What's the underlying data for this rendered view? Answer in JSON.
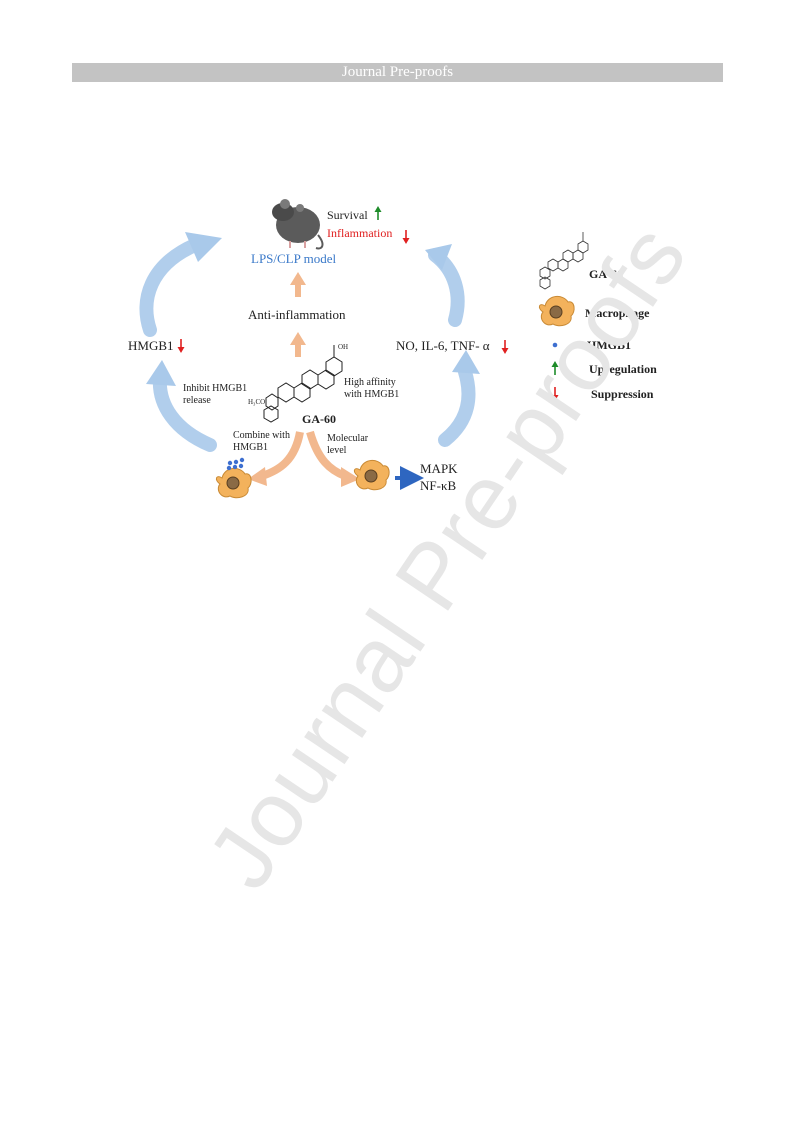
{
  "header": {
    "banner_text": "Journal Pre-proofs"
  },
  "watermark": {
    "text": "Journal Pre-proofs"
  },
  "figure": {
    "mouse_model": {
      "survival": "Survival",
      "inflammation": "Inflammation",
      "model_label": "LPS/CLP model"
    },
    "center": {
      "anti_inflammation": "Anti-inflammation",
      "compound": "GA-60",
      "high_affinity_line1": "High affinity",
      "high_affinity_line2": "with HMGB1",
      "methoxy_group": "H₃CO",
      "carboxyl_group": "OH"
    },
    "left_branch": {
      "hmgb1_down": "HMGB1",
      "inhibit_line1": "Inhibit HMGB1",
      "inhibit_line2": "release",
      "combine_line1": "Combine with",
      "combine_line2": "HMGB1"
    },
    "right_branch": {
      "cytokines": "NO, IL-6, TNF- α",
      "molecular_line1": "Molecular",
      "molecular_line2": "level",
      "mapk": "MAPK",
      "nfkb": "NF-κB"
    },
    "legend": {
      "compound": "GA-60",
      "macrophage": "Macrophage",
      "hmgb1": "HMGB1",
      "upregulation": "Upregulation",
      "suppression": "Suppression"
    },
    "colors": {
      "up_arrow": "#1e8c2a",
      "down_arrow": "#e02020",
      "blue_arrow": "#9fc3e6",
      "orange_arrow": "#f2b88e",
      "macrophage_fill": "#f3b25c",
      "hmgb1_dot": "#3d6fd0",
      "model_text": "#3a79c9",
      "inflammation_text": "#e02020"
    }
  }
}
